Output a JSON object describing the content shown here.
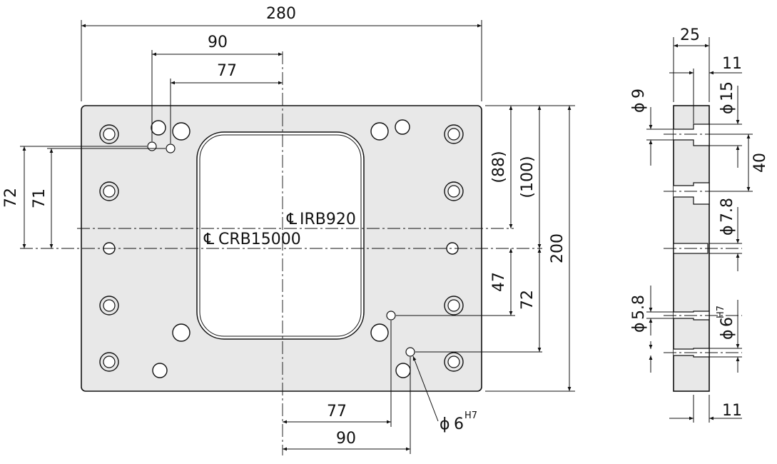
{
  "front_view": {
    "overall_width": "280",
    "height_overall": "200",
    "top_90": "90",
    "top_77": "77",
    "left_72": "72",
    "left_71": "71",
    "right_88": "(88)",
    "right_100": "(100)",
    "right_47": "47",
    "right_72": "72",
    "bottom_77": "77",
    "bottom_90": "90",
    "label_irb": "IRB920",
    "label_crb": "CRB15000",
    "pin_dia_symbol": "ϕ",
    "pin_dia_value": "6",
    "pin_tol": "H7",
    "centerline_symbol": "℄"
  },
  "side_view": {
    "thickness": "25",
    "top_11": "11",
    "bottom_11": "11",
    "d9_sym": "ϕ",
    "d9_val": "9",
    "d15_sym": "ϕ",
    "d15_val": "15",
    "h40": "40",
    "d78_sym": "ϕ",
    "d78_val": "7.8",
    "d58_sym": "ϕ",
    "d58_val": "5.8",
    "d6_sym": "ϕ",
    "d6_val": "6",
    "d6_tol": "H7"
  },
  "colors": {
    "plate_fill": "#e8e8e8",
    "line": "#111111",
    "background": "#ffffff"
  }
}
